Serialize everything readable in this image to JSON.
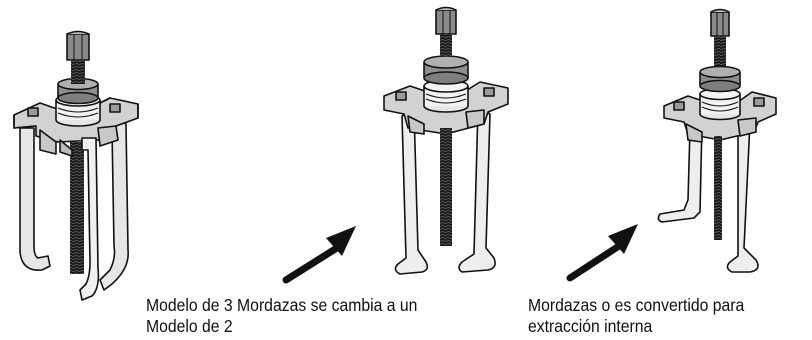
{
  "figures": [
    {
      "id": "three-jaw-puller"
    },
    {
      "id": "two-jaw-puller"
    },
    {
      "id": "internal-puller"
    }
  ],
  "captions": {
    "caption_1": {
      "line_1": "Modelo de 3 Mordazas se cambia a un",
      "line_2": "Modelo de 2"
    },
    "caption_2": {
      "line_1": "Mordazas o es convertido para",
      "line_2": "extracción interna"
    }
  },
  "colors": {
    "ink": "#111111",
    "metal_light": "#dcdcdc",
    "metal_mid": "#b4b4b4",
    "metal_dark": "#7a7a7a",
    "bolt_head": "#8a8a8a"
  }
}
